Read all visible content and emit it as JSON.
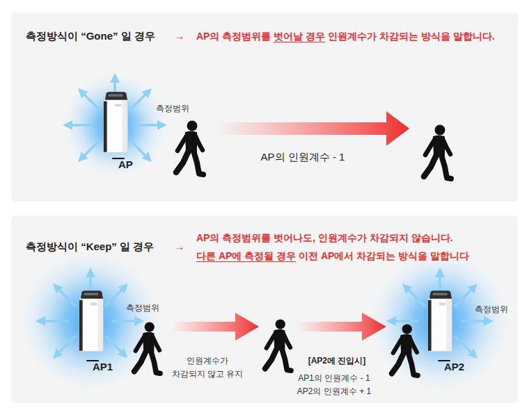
{
  "diagram": {
    "nodes": [
      {
        "text": [
          "측정방식이 “Gone” 일 경우"
        ]
      },
      {
        "text": [
          "AP"
        ],
        "in": 0
      },
      {
        "text": [
          "측정방식이 “Keep” 일 경우"
        ]
      },
      {
        "text": [
          "AP1"
        ],
        "in": 2
      },
      {
        "text": [
          "AP2"
        ],
        "in": 2
      }
    ],
    "labels": [
      "→",
      "AP의 측정범위를 벗어날 경우 인원계수가 차감되는 방식을 말합니다.",
      "측정범위",
      "AP의 인원계수 - 1",
      "→",
      "AP의 측정범위를 벗어나도, 인원계수가 차감되지 않습니다.",
      "다른 AP에 측정될 경우 이전 AP에서 차감되는 방식을 말합니다",
      "측정범위",
      "측정범위",
      "인원계수가 차감되지 않고 유지",
      "[AP2에 진입시]",
      "AP1의 인원계수 - 1",
      "AP2의 인원계수 + 1"
    ]
  }
}
